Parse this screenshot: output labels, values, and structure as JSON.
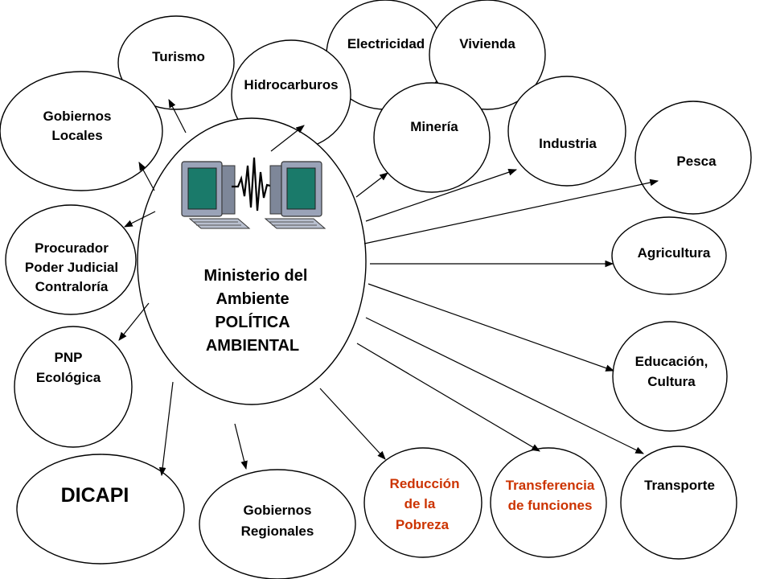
{
  "center": {
    "lines": [
      "Ministerio del",
      "Ambiente",
      "POLÍTICA",
      "AMBIENTAL"
    ],
    "icon": "computers-waveform-icon"
  },
  "nodes": {
    "turismo": [
      "Turismo"
    ],
    "electricidad": [
      "Electricidad"
    ],
    "vivienda": [
      "Vivienda"
    ],
    "hidrocarburos": [
      "Hidrocarburos"
    ],
    "gobiernos_locales": [
      "Gobiernos",
      "Locales"
    ],
    "mineria": [
      "Minería"
    ],
    "industria": [
      "Industria"
    ],
    "pesca": [
      "Pesca"
    ],
    "procurador": [
      "Procurador",
      "Poder Judicial",
      "Contraloría"
    ],
    "agricultura": [
      "Agricultura"
    ],
    "pnp": [
      "PNP",
      "Ecológica"
    ],
    "educacion": [
      "Educación,",
      "Cultura"
    ],
    "dicapi": [
      "DICAPI"
    ],
    "gobiernos_regionales": [
      "Gobiernos",
      "Regionales"
    ],
    "reduccion": [
      "Reducción",
      "de la",
      "Pobreza"
    ],
    "transferencia": [
      "Transferencia",
      "de funciones"
    ],
    "transporte": [
      "Transporte"
    ]
  },
  "colors": {
    "stroke": "#000000",
    "text": "#000000",
    "highlight_text": "#cc3300",
    "screen": "#1a7a6a",
    "computer_body": "#9aa3b8"
  }
}
